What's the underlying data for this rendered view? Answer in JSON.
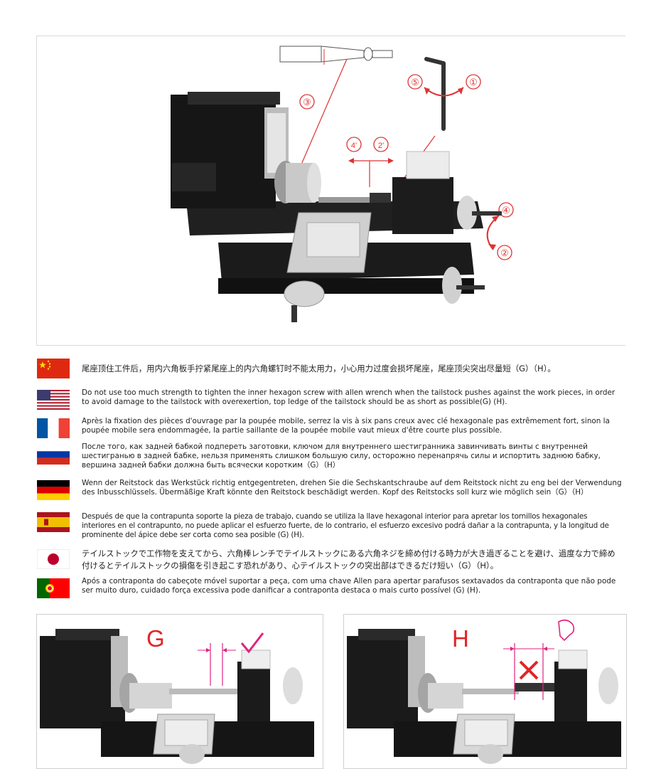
{
  "diagram": {
    "callouts": [
      "③",
      "⑤",
      "①",
      "④",
      "②",
      "4'",
      "2'"
    ]
  },
  "instructions": [
    {
      "lang": "zh",
      "flag": "china-flag-icon",
      "text": "尾座顶住工件后，用内六角板手拧紧尾座上的内六角螺钉时不能太用力，小心用力过度会损坏尾座，尾座顶尖突出尽量短（G）（H）。"
    },
    {
      "lang": "en",
      "flag": "usa-flag-icon",
      "text": "Do not use too much strength to tighten the inner hexagon screw with allen wrench when the tailstock pushes against the work pieces, in order to avoid damage to the tailstock with overexertion, top ledge of the tailstock should be as short as possible(G) (H)."
    },
    {
      "lang": "fr",
      "flag": "france-flag-icon",
      "text": "Après la fixation des pièces d'ouvrage par la poupée mobile, serrez la vis à six pans creux avec clé hexagonale pas extrêmement fort, sinon la poupée mobile sera endommagée, la partie saillante de la poupée mobile vaut mieux d'être courte plus possible."
    },
    {
      "lang": "ru",
      "flag": "russia-flag-icon",
      "text": "После того, как задней бабкой подпереть заготовки, ключом для внутреннего шестигранника завинчивать винты с внутренней шестигранью в задней бабке, нельзя применять слишком большую силу, осторожно перенапрячь силы и испортить заднюю бабку, вершина задней бабки должна быть всячески коротким（G）（H）"
    },
    {
      "lang": "de",
      "flag": "germany-flag-icon",
      "text": "Wenn der Reitstock das Werkstück richtig entgegentreten, drehen Sie die Sechskantschraube auf dem Reitstock nicht zu eng bei der Verwendung des Inbusschlüssels. Übermäßige Kraft könnte den Reitstock beschädigt werden. Kopf des Reitstocks soll kurz wie möglich sein（G）（H）"
    },
    {
      "lang": "es",
      "flag": "spain-flag-icon",
      "text": "Después de que la contrapunta soporte la pieza de trabajo, cuando se utiliza la llave hexagonal interior para apretar los tornillos hexagonales interiores en el contrapunto, no puede aplicar el esfuerzo fuerte, de lo contrario, el esfuerzo excesivo podrá dañar a la contrapunta, y la longitud de prominente del ápice debe ser corta como sea posible (G) (H)."
    },
    {
      "lang": "ja",
      "flag": "japan-flag-icon",
      "text": "テイルストックで工作物を支えてから、六角棒レンチでテイルストックにある六角ネジを締め付ける時力が大き過ぎることを避け、過度な力で締め付けるとテイルストックの損傷を引き起こす恐れがあり、心テイルストックの突出部はできるだけ短い（G）（H）。"
    },
    {
      "lang": "pt",
      "flag": "portugal-flag-icon",
      "text": "Após a contraponta do cabeçote móvel suportar a peça, com uma chave Allen para apertar parafusos sextavados da contraponta que não pode ser muito duro, cuidado força excessiva pode danificar a contraponta destaca o mais curto possível (G) (H)."
    }
  ],
  "examples": {
    "good": {
      "letter": "G"
    },
    "bad": {
      "letter": "H"
    }
  }
}
